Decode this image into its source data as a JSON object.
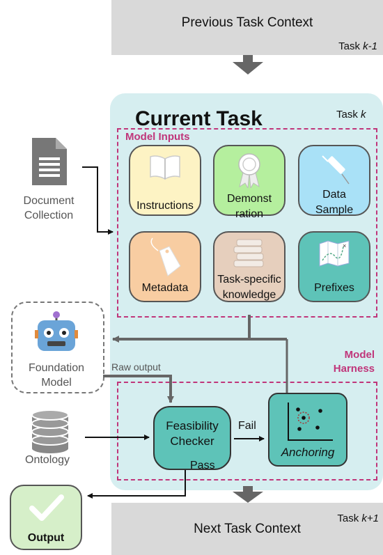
{
  "previous": {
    "title": "Previous Task Context",
    "tag_prefix": "Task ",
    "tag_var": "k-1"
  },
  "current": {
    "title": "Current Task",
    "tag_prefix": "Task ",
    "tag_var": "k"
  },
  "model_inputs": {
    "label": "Model Inputs",
    "cards": [
      {
        "label_lines": [
          "Instructions"
        ],
        "icon": "book-icon",
        "color": "#fdf3c4"
      },
      {
        "label_lines": [
          "Demonst",
          "ration"
        ],
        "icon": "award-ribbon-icon",
        "color": "#b5ef9e"
      },
      {
        "label_lines": [
          "Data",
          "Sample"
        ],
        "icon": "syringe-icon",
        "color": "#a9e1f7"
      },
      {
        "label_lines": [
          "Metadata"
        ],
        "icon": "tag-icon",
        "color": "#f8cda2"
      },
      {
        "label_lines": [
          "Task-specific",
          "knowledge"
        ],
        "icon": "books-icon",
        "color": "#e6cfbd"
      },
      {
        "label_lines": [
          "Prefixes"
        ],
        "icon": "map-icon",
        "color": "#5ec3b8"
      }
    ]
  },
  "document": {
    "lines": [
      "Document",
      "Collection"
    ],
    "icon": "document-icon"
  },
  "foundation": {
    "lines": [
      "Foundation",
      "Model"
    ],
    "icon": "robot-icon"
  },
  "raw_output": "Raw output",
  "harness": {
    "label_lines": [
      "Model",
      "Harness"
    ]
  },
  "ontology": {
    "label": "Ontology",
    "icon": "database-icon"
  },
  "feasibility": {
    "lines": [
      "Feasibility",
      "Checker"
    ]
  },
  "fail": "Fail",
  "pass": "Pass",
  "anchoring": {
    "label": "Anchoring",
    "icon": "scatter-plot-icon"
  },
  "output": {
    "label": "Output",
    "icon": "checkmark-icon"
  },
  "next": {
    "title": "Next Task Context",
    "tag_prefix": "Task ",
    "tag_var": "k+1"
  },
  "colors": {
    "panel": "#d6eef0",
    "accent": "#c0357a",
    "teal": "#5ec3b8",
    "arrow": "#666666"
  }
}
